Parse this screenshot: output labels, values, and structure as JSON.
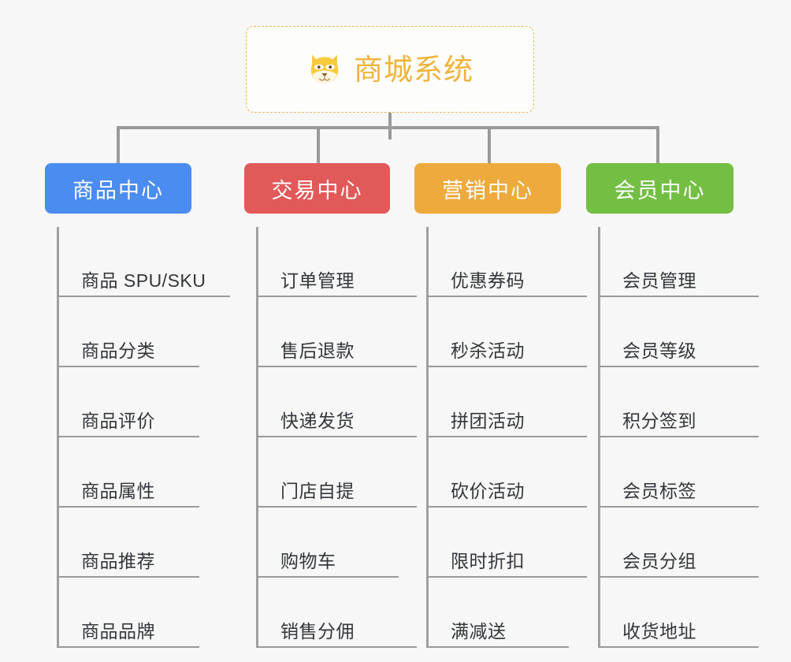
{
  "root": {
    "icon": "dog-face-icon",
    "title": "商城系统",
    "color": "#f0b43c",
    "border_color": "#e8b84b"
  },
  "background_color": "#f7f7f7",
  "connector_color": "#9a9a9a",
  "columns": [
    {
      "id": "product-center",
      "title": "商品中心",
      "color": "#4a8cf0",
      "items": [
        "商品 SPU/SKU",
        "商品分类",
        "商品评价",
        "商品属性",
        "商品推荐",
        "商品品牌"
      ]
    },
    {
      "id": "trade-center",
      "title": "交易中心",
      "color": "#e2595a",
      "items": [
        "订单管理",
        "售后退款",
        "快递发货",
        "门店自提",
        "购物车",
        "销售分佣"
      ]
    },
    {
      "id": "marketing-center",
      "title": "营销中心",
      "color": "#eeaa3c",
      "items": [
        "优惠券码",
        "秒杀活动",
        "拼团活动",
        "砍价活动",
        "限时折扣",
        "满减送"
      ]
    },
    {
      "id": "member-center",
      "title": "会员中心",
      "color": "#73bf44",
      "items": [
        "会员管理",
        "会员等级",
        "积分签到",
        "会员标签",
        "会员分组",
        "收货地址"
      ]
    }
  ]
}
